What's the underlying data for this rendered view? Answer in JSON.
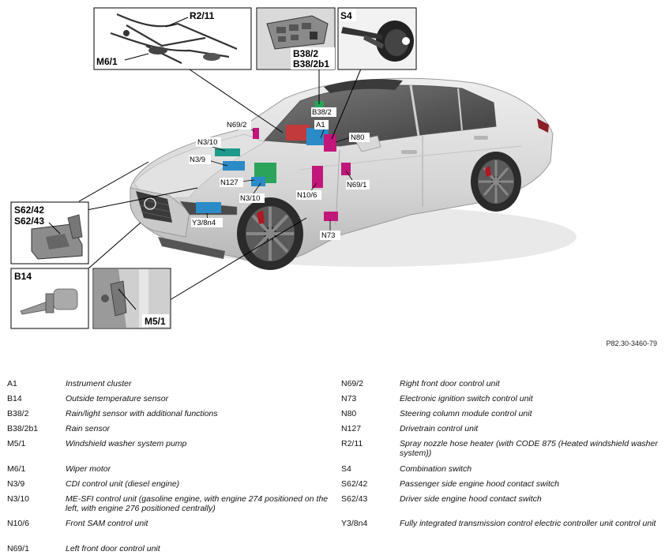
{
  "figure": {
    "figure_id": "P82.30-3460-79",
    "insets": {
      "wiper": [
        "R2/11",
        "M6/1"
      ],
      "sensor": [
        "B38/2",
        "B38/2b1"
      ],
      "combo_switch": "S4",
      "hood_switch": [
        "S62/42",
        "S62/43"
      ],
      "temp_sensor": "B14",
      "washer_pump": "M5/1"
    },
    "callouts": {
      "b38_2": "B38/2",
      "a1": "A1",
      "n69_2": "N69/2",
      "n80": "N80",
      "n3_10_top": "N3/10",
      "n3_9": "N3/9",
      "n127": "N127",
      "n3_10_bottom": "N3/10",
      "n10_6": "N10/6",
      "n69_1": "N69/1",
      "y3_8n4": "Y3/8n4",
      "n73": "N73"
    }
  },
  "legend": {
    "left": [
      {
        "code": "A1",
        "desc": "Instrument cluster"
      },
      {
        "code": "B14",
        "desc": "Outside temperature sensor"
      },
      {
        "code": "B38/2",
        "desc": "Rain/light sensor with additional functions"
      },
      {
        "code": "B38/2b1",
        "desc": "Rain sensor"
      },
      {
        "code": "M5/1",
        "desc": "Windshield washer system pump"
      },
      {
        "code": "M6/1",
        "desc": "Wiper motor"
      },
      {
        "code": "N3/9",
        "desc": "CDI control unit (diesel engine)"
      },
      {
        "code": "N3/10",
        "desc": "ME-SFI control unit (gasoline engine, with engine 274 positioned on the left, with engine 276 positioned centrally)"
      },
      {
        "code": "N10/6",
        "desc": "Front SAM control unit"
      },
      {
        "code": "N69/1",
        "desc": "Left front door control unit"
      }
    ],
    "right": [
      {
        "code": "N69/2",
        "desc": "Right front door control unit"
      },
      {
        "code": "N73",
        "desc": "Electronic ignition switch control unit"
      },
      {
        "code": "N80",
        "desc": "Steering column module control unit"
      },
      {
        "code": "N127",
        "desc": "Drivetrain control unit"
      },
      {
        "code": "R2/11",
        "desc": "Spray nozzle hose heater (with CODE 875 (Heated windshield washer system))"
      },
      {
        "code": "S4",
        "desc": "Combination switch"
      },
      {
        "code": "S62/42",
        "desc": "Passenger side engine hood contact switch"
      },
      {
        "code": "S62/43",
        "desc": "Driver side engine hood contact switch"
      },
      {
        "code": "Y3/8n4",
        "desc": "Fully integrated transmission control electric controller unit control unit"
      }
    ]
  }
}
